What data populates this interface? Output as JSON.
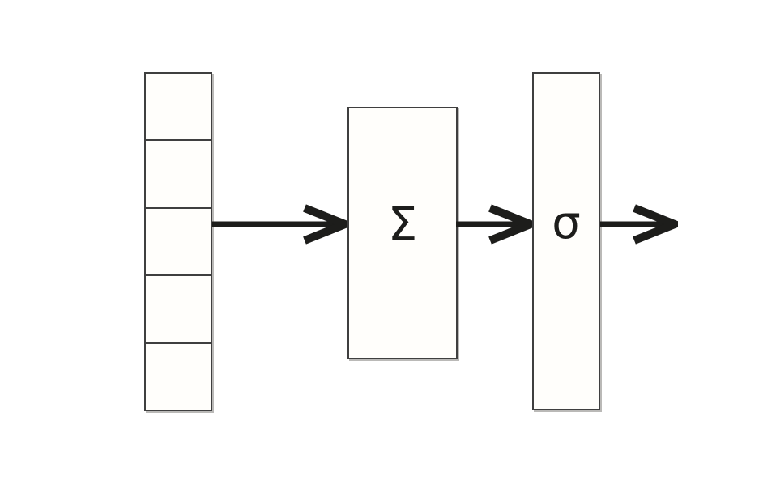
{
  "diagram": {
    "input_vector": {
      "cell_count": 5
    },
    "sum_node": {
      "label": "Σ"
    },
    "activation_node": {
      "label": "σ"
    },
    "colors": {
      "background": "#ffffff",
      "box_fill": "#fffefb",
      "box_border": "#3f3f3f",
      "arrow": "#1d1d1b"
    }
  }
}
